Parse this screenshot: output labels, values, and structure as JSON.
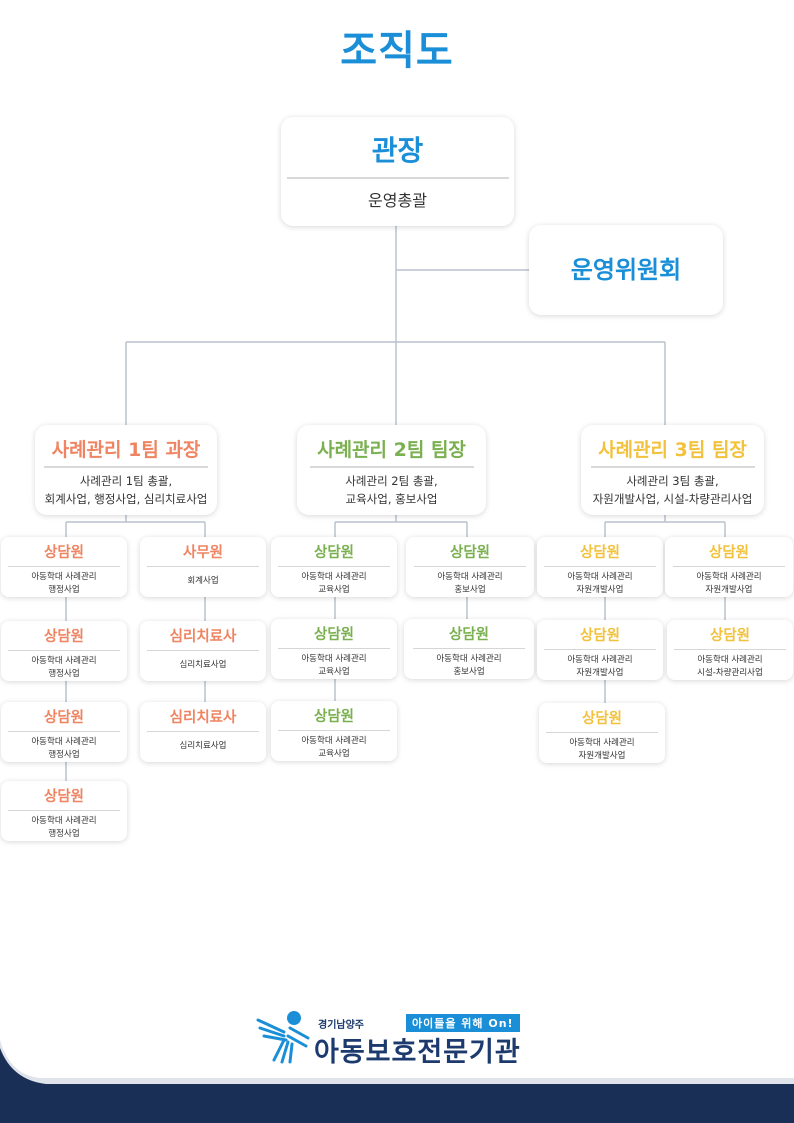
{
  "page": {
    "title": "조직도"
  },
  "chief": {
    "title": "관장",
    "desc": "운영총괄"
  },
  "committee": {
    "title": "운영위원회"
  },
  "teams": [
    {
      "lead": {
        "title": "사례관리 1팀 과장",
        "desc1": "사례관리 1팀 총괄,",
        "desc2": "회계사업, 행정사업, 심리치료사업"
      },
      "col_a": [
        {
          "title": "상담원",
          "desc1": "아동학대 사례관리",
          "desc2": "행정사업"
        },
        {
          "title": "상담원",
          "desc1": "아동학대 사례관리",
          "desc2": "행정사업"
        },
        {
          "title": "상담원",
          "desc1": "아동학대 사례관리",
          "desc2": "행정사업"
        },
        {
          "title": "상담원",
          "desc1": "아동학대 사례관리",
          "desc2": "행정사업"
        }
      ],
      "col_b": [
        {
          "title": "사무원",
          "desc1": "회계사업"
        },
        {
          "title": "심리치료사",
          "desc1": "심리치료사업"
        },
        {
          "title": "심리치료사",
          "desc1": "심리치료사업"
        }
      ]
    },
    {
      "lead": {
        "title": "사례관리 2팀 팀장",
        "desc1": "사례관리 2팀 총괄,",
        "desc2": "교육사업, 홍보사업"
      },
      "col_a": [
        {
          "title": "상담원",
          "desc1": "아동학대 사례관리",
          "desc2": "교육사업"
        },
        {
          "title": "상담원",
          "desc1": "아동학대 사례관리",
          "desc2": "교육사업"
        },
        {
          "title": "상담원",
          "desc1": "아동학대 사례관리",
          "desc2": "교육사업"
        }
      ],
      "col_b": [
        {
          "title": "상담원",
          "desc1": "아동학대 사례관리",
          "desc2": "홍보사업"
        },
        {
          "title": "상담원",
          "desc1": "아동학대 사례관리",
          "desc2": "홍보사업"
        }
      ]
    },
    {
      "lead": {
        "title": "사례관리 3팀 팀장",
        "desc1": "사례관리 3팀 총괄,",
        "desc2": "자원개발사업, 시설-차량관리사업"
      },
      "col_a": [
        {
          "title": "상담원",
          "desc1": "아동학대 사례관리",
          "desc2": "자원개발사업"
        },
        {
          "title": "상담원",
          "desc1": "아동학대 사례관리",
          "desc2": "자원개발사업"
        },
        {
          "title": "상담원",
          "desc1": "아동학대 사례관리",
          "desc2": "자원개발사업"
        }
      ],
      "col_b": [
        {
          "title": "상담원",
          "desc1": "아동학대 사례관리",
          "desc2": "자원개발사업"
        },
        {
          "title": "상담원",
          "desc1": "아동학대 사례관리",
          "desc2": "시설-차량관리사업"
        }
      ]
    }
  ],
  "footer": {
    "region": "경기남양주",
    "slogan": "아이들을 위해 On!",
    "org": "아동보호전문기관"
  },
  "colors": {
    "blue": "#1a8fd8",
    "orange": "#ef8462",
    "green": "#7ab04f",
    "yellow": "#f2c23c",
    "navy": "#1a2f55",
    "line": "#b9c2cf"
  },
  "icons": {
    "logo": "stylized-child-figure-icon"
  }
}
